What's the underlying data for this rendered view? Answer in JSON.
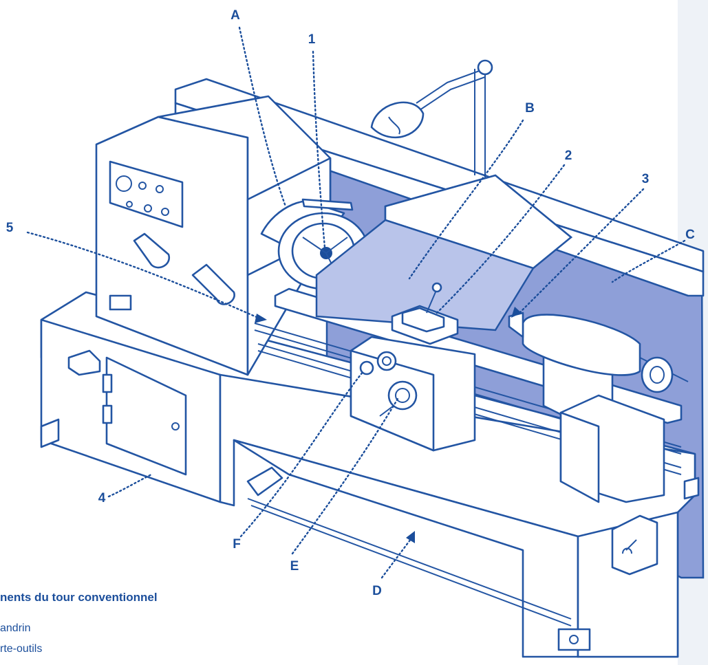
{
  "diagram": {
    "labels": {
      "A": "A",
      "B": "B",
      "C": "C",
      "D": "D",
      "E": "E",
      "F": "F",
      "n1": "1",
      "n2": "2",
      "n3": "3",
      "n4": "4",
      "n5": "5"
    },
    "legend": {
      "title": "nents du tour conventionnel",
      "items": [
        "andrin",
        "rte-outils"
      ]
    },
    "colors": {
      "line": "#2355a3",
      "panel_fill": "#8e9fd8",
      "label_text": "#1b4e9b"
    }
  }
}
